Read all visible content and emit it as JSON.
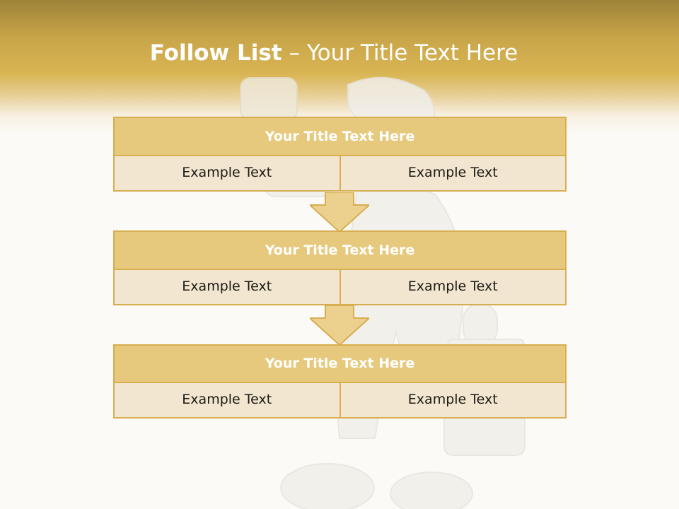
{
  "slide": {
    "title_bold": "Follow List",
    "title_rest": " – Your Title Text Here"
  },
  "colors": {
    "header": "#d9b553",
    "block_title_fill": "#e7c97e",
    "block_cell_fill": "#f3e6d1",
    "border": "#d7ae50",
    "arrow_fill": "#ecd18e"
  },
  "blocks": [
    {
      "title": "Your Title Text Here",
      "left": "Example Text",
      "right": "Example Text"
    },
    {
      "title": "Your Title Text Here",
      "left": "Example Text",
      "right": "Example Text"
    },
    {
      "title": "Your Title Text Here",
      "left": "Example Text",
      "right": "Example Text"
    }
  ],
  "decor": {
    "illustration": "3d-figure-with-briefcase",
    "arrow_icon": "down-arrow-icon"
  }
}
